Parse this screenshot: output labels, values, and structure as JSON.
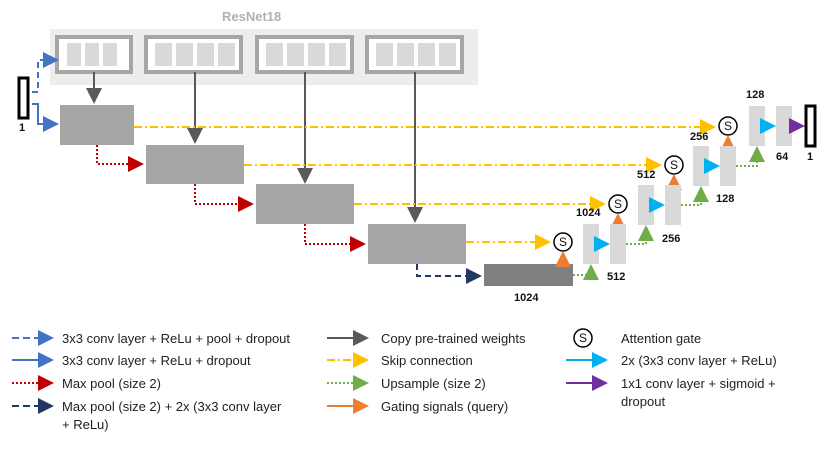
{
  "title": "ResNet18",
  "input_label": "1",
  "output_label": "1",
  "encoder_bottom_label": "1024",
  "decoder_labels": {
    "d4_top": "1024",
    "d4_bottom": "512",
    "d3_top": "512",
    "d3_bottom": "256",
    "d2_top": "256",
    "d2_bottom": "128",
    "d1_top": "128",
    "d1_bottom": "64"
  },
  "attention_symbol": "S",
  "legend": [
    {
      "id": "conv-pool-dropout",
      "text": "3x3 conv layer + ReLu + pool + dropout",
      "color": "#4472c4",
      "style": "dashed"
    },
    {
      "id": "conv-dropout",
      "text": "3x3 conv layer + ReLu  + dropout",
      "color": "#4472c4",
      "style": "solid"
    },
    {
      "id": "max-pool",
      "text": "Max pool (size 2)",
      "color": "#c00000",
      "style": "dotted"
    },
    {
      "id": "max-pool-conv",
      "text": "Max pool (size 2) + 2x (3x3 conv layer",
      "text2": "+ ReLu)",
      "color": "#203864",
      "style": "dashed"
    },
    {
      "id": "copy-weights",
      "text": "Copy pre-trained weights",
      "color": "#595959",
      "style": "solid"
    },
    {
      "id": "skip",
      "text": "Skip connection",
      "color": "#ffc000",
      "style": "dashdot"
    },
    {
      "id": "upsample",
      "text": "Upsample (size 2)",
      "color": "#70ad47",
      "style": "dotted"
    },
    {
      "id": "gating",
      "text": "Gating signals (query)",
      "color": "#ed7d31",
      "style": "solid"
    },
    {
      "id": "attention",
      "text": "Attention gate",
      "color": "#000000",
      "style": "symbol"
    },
    {
      "id": "double-conv",
      "text": "2x (3x3 conv layer + ReLu)",
      "color": "#00b0f0",
      "style": "solid"
    },
    {
      "id": "final-conv",
      "text": "1x1 conv layer + sigmoid +",
      "text2": "dropout",
      "color": "#7030a0",
      "style": "solid"
    }
  ]
}
